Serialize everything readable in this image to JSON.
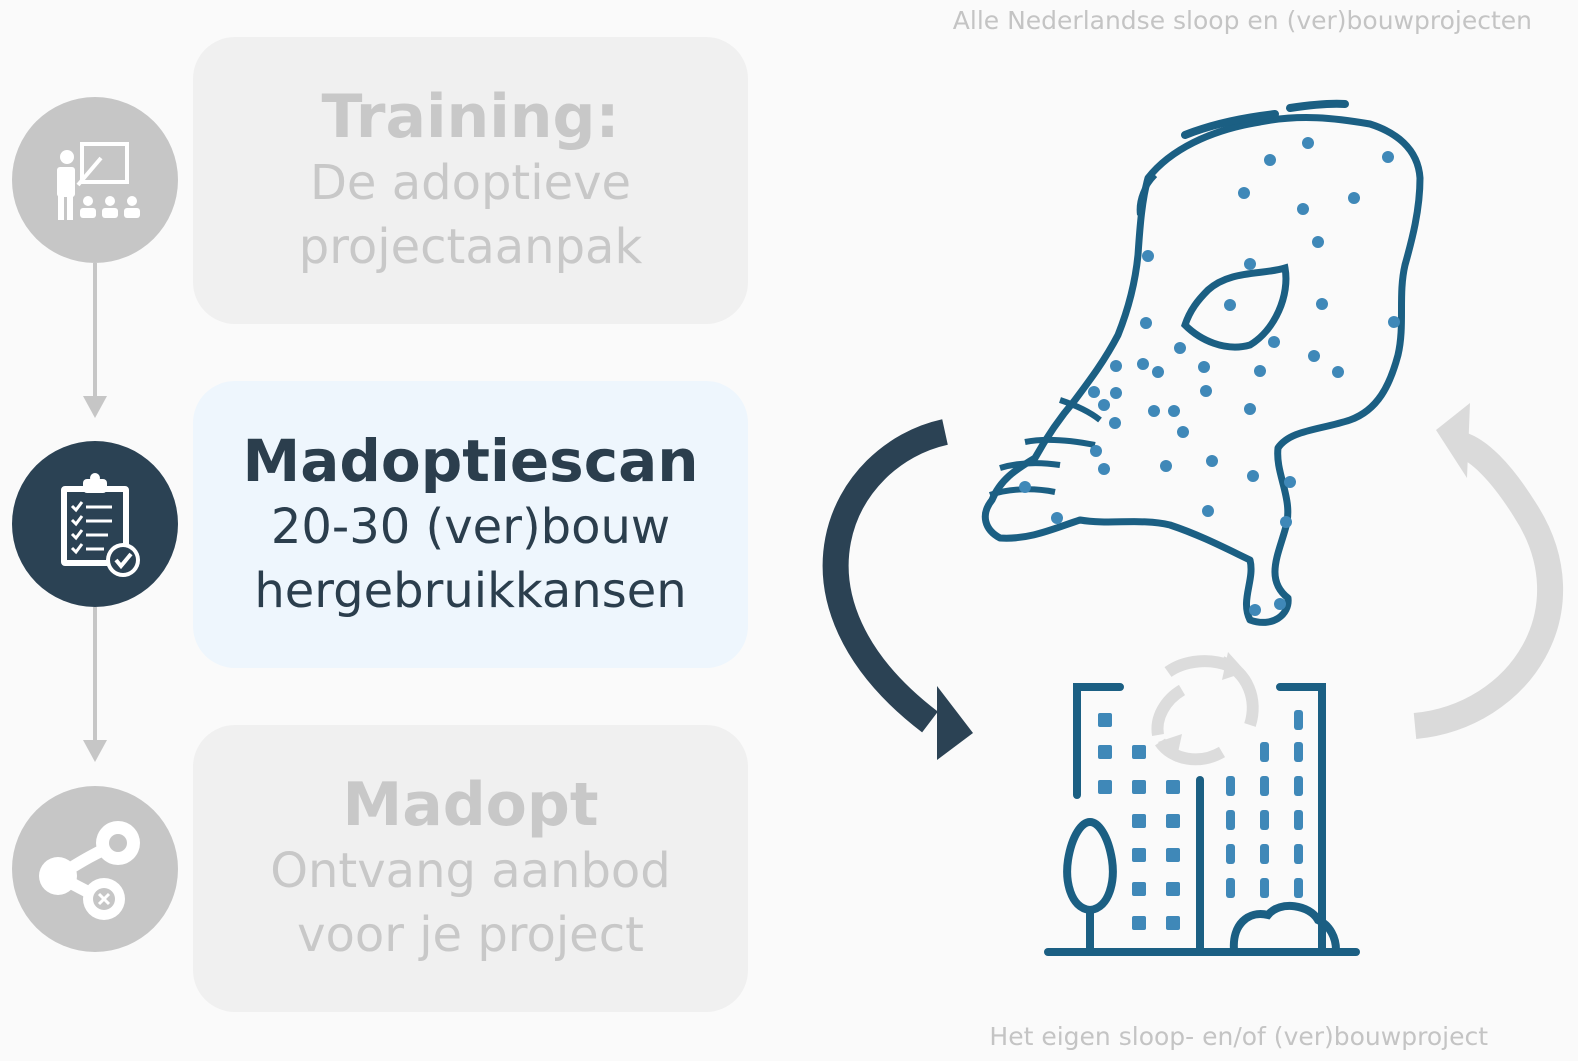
{
  "captions": {
    "top": "Alle Nederlandse sloop en (ver)bouwprojecten",
    "bottom": "Het eigen sloop- en/of (ver)bouwproject"
  },
  "steps": [
    {
      "title": "Training:",
      "lines": [
        "De adoptieve",
        "projectaanpak"
      ],
      "icon": "training-presentation-icon",
      "active": false
    },
    {
      "title": "Madoptiescan",
      "lines": [
        "20-30 (ver)bouw",
        "hergebruikkansen"
      ],
      "icon": "clipboard-checklist-icon",
      "active": true
    },
    {
      "title": "Madopt",
      "lines": [
        "Ontvang aanbod",
        "voor je project"
      ],
      "icon": "connected-nodes-icon",
      "active": false
    }
  ],
  "colors": {
    "active_dark": "#2b4254",
    "inactive_grey": "#c6c6c6",
    "map_blue": "#1b5f83",
    "dot_blue": "#3f88b8",
    "active_card_bg": "#eef6fd"
  }
}
